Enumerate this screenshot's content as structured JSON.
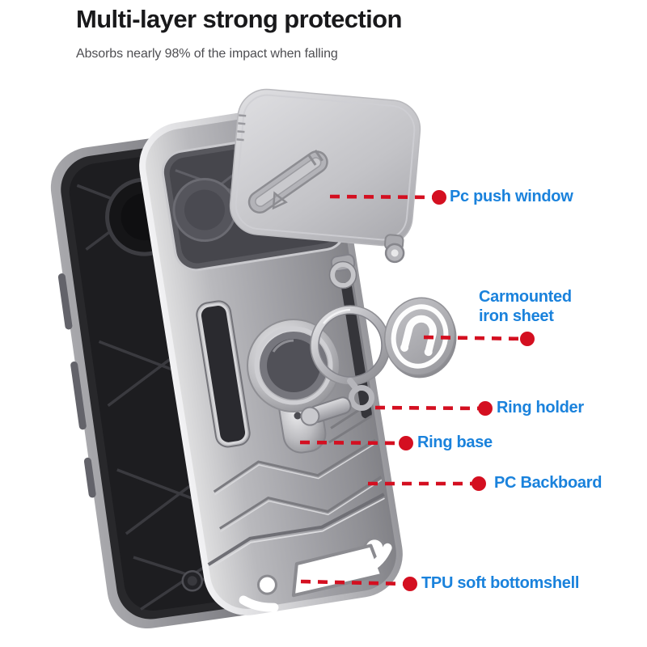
{
  "header": {
    "title": "Multi-layer strong protection",
    "subtitle": "Absorbs nearly 98% of the impact when falling"
  },
  "callouts": [
    {
      "label": "Pc push window"
    },
    {
      "label": "Carmounted iron sheet"
    },
    {
      "label": "Ring holder"
    },
    {
      "label": "Ring base"
    },
    {
      "label": "PC Backboard"
    },
    {
      "label": "TPU soft bottomshell"
    }
  ],
  "icons": {
    "iron_sheet_glyph": "horseshoe-magnet"
  },
  "colors": {
    "background": "#ffffff",
    "title_text": "#19191b",
    "subtitle_text": "#4e4e52",
    "label_blue": "#1a82dc",
    "callout_red": "#d40f20",
    "armor_case_silver": "#a3a3a8",
    "inner_case_black": "#232327"
  }
}
